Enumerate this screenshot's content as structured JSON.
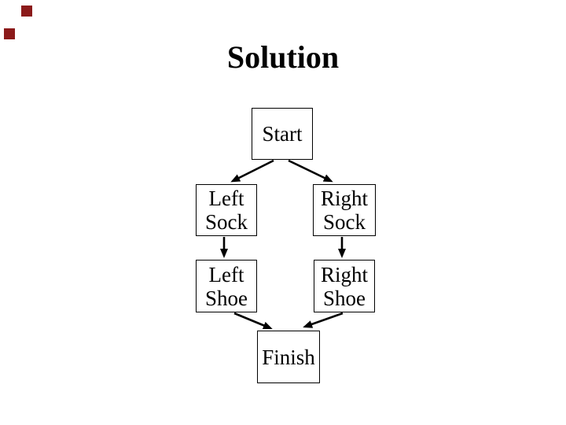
{
  "slide": {
    "title": "Solution",
    "background_color": "#FFFFFF",
    "decoration_color": "#8B1A1A"
  },
  "diagram": {
    "type": "flowchart",
    "nodes": [
      {
        "id": "start",
        "label": "Start"
      },
      {
        "id": "left-sock",
        "label": "Left Sock"
      },
      {
        "id": "right-sock",
        "label": "Right Sock"
      },
      {
        "id": "left-shoe",
        "label": "Left Shoe"
      },
      {
        "id": "right-shoe",
        "label": "Right Shoe"
      },
      {
        "id": "finish",
        "label": "Finish"
      }
    ],
    "edges": [
      {
        "from": "Start",
        "to": "Left Sock"
      },
      {
        "from": "Start",
        "to": "Right Sock"
      },
      {
        "from": "Left Sock",
        "to": "Left Shoe"
      },
      {
        "from": "Right Sock",
        "to": "Right Shoe"
      },
      {
        "from": "Left Shoe",
        "to": "Finish"
      },
      {
        "from": "Right Shoe",
        "to": "Finish"
      }
    ]
  }
}
